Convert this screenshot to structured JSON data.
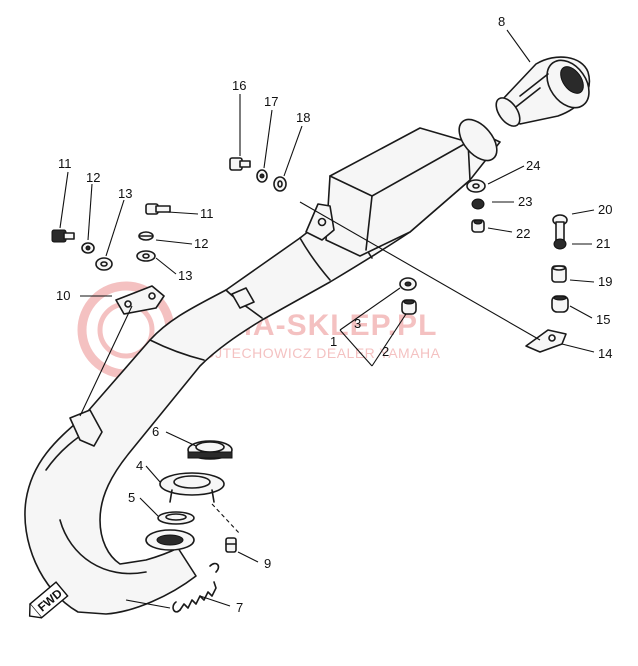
{
  "diagram": {
    "callouts": [
      {
        "id": "c1",
        "label": "1"
      },
      {
        "id": "c2",
        "label": "2"
      },
      {
        "id": "c3",
        "label": "3"
      },
      {
        "id": "c4",
        "label": "4"
      },
      {
        "id": "c5",
        "label": "5"
      },
      {
        "id": "c6",
        "label": "6"
      },
      {
        "id": "c7",
        "label": "7"
      },
      {
        "id": "c8",
        "label": "8"
      },
      {
        "id": "c9",
        "label": "9"
      },
      {
        "id": "c10",
        "label": "10"
      },
      {
        "id": "c11a",
        "label": "11"
      },
      {
        "id": "c11b",
        "label": "11"
      },
      {
        "id": "c12a",
        "label": "12"
      },
      {
        "id": "c12b",
        "label": "12"
      },
      {
        "id": "c13a",
        "label": "13"
      },
      {
        "id": "c13b",
        "label": "13"
      },
      {
        "id": "c14",
        "label": "14"
      },
      {
        "id": "c15",
        "label": "15"
      },
      {
        "id": "c16",
        "label": "16"
      },
      {
        "id": "c17",
        "label": "17"
      },
      {
        "id": "c18",
        "label": "18"
      },
      {
        "id": "c19",
        "label": "19"
      },
      {
        "id": "c20",
        "label": "20"
      },
      {
        "id": "c21",
        "label": "21"
      },
      {
        "id": "c22",
        "label": "22"
      },
      {
        "id": "c23",
        "label": "23"
      },
      {
        "id": "c24",
        "label": "24"
      }
    ],
    "direction_marker": "FWD"
  },
  "watermark": {
    "line1": "YAMA-SKLEP.PL",
    "line2": "WOJTECHOWICZ DEALER YAMAHA",
    "color": "#e05050"
  }
}
